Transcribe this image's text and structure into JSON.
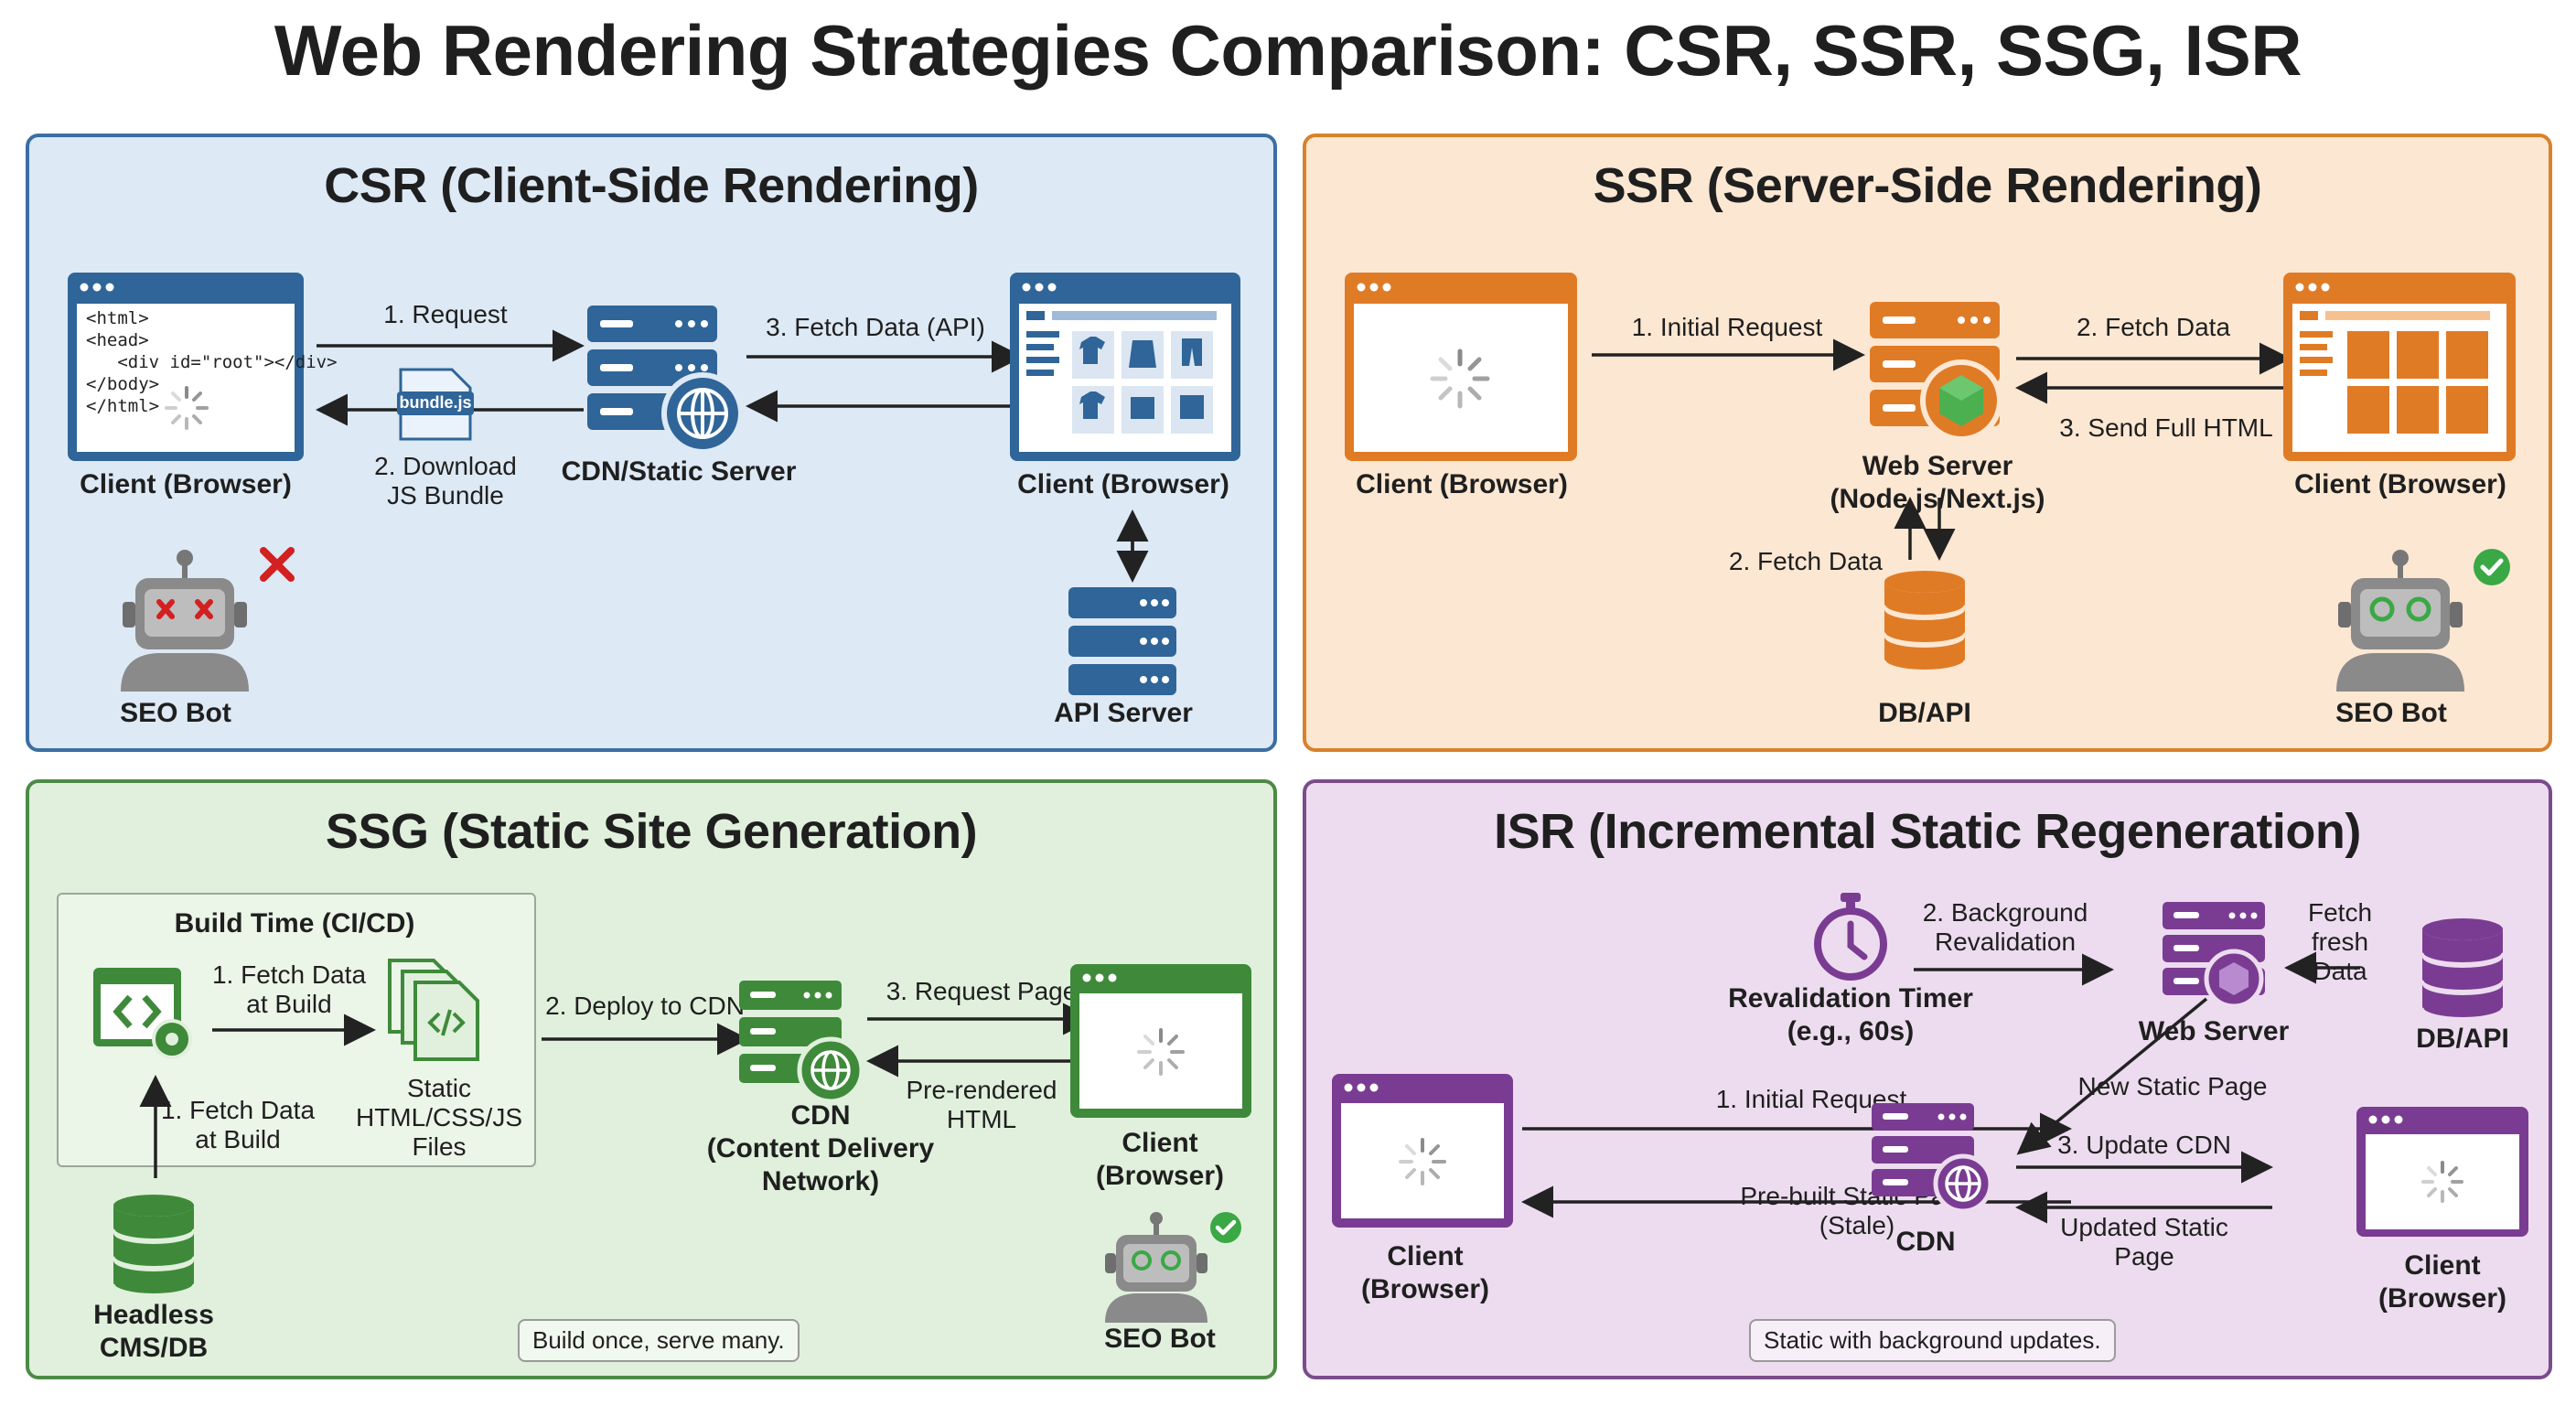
{
  "title": "Web Rendering Strategies Comparison: CSR, SSR, SSG, ISR",
  "colors": {
    "csr": "#2f6598",
    "ssr": "#e07b25",
    "ssg": "#3e8a3a",
    "isr": "#7a3c92",
    "fail": "#d32020",
    "ok": "#3aa845"
  },
  "csr": {
    "title": "CSR (Client-Side Rendering)",
    "code": "<html>\n<head>\n   <div id=\"root\"></div>\n</body>\n</html>",
    "client_left": "Client (Browser)",
    "step1": "1. Request",
    "step2": "2. Download\nJS Bundle",
    "bundle": "bundle.js",
    "server": "CDN/Static Server",
    "step3": "3. Fetch Data (API)",
    "client_right": "Client (Browser)",
    "api_server": "API Server",
    "seo_bot": "SEO Bot"
  },
  "ssr": {
    "title": "SSR (Server-Side Rendering)",
    "client_left": "Client (Browser)",
    "step1": "1. Initial Request",
    "server": "Web Server\n(Node.js/Next.js)",
    "step2a": "2. Fetch Data",
    "step3": "3. Send Full HTML",
    "step2b": "2. Fetch Data",
    "db": "DB/API",
    "client_right": "Client (Browser)",
    "seo_bot": "SEO Bot"
  },
  "ssg": {
    "title": "SSG (Static Site Generation)",
    "build_time": "Build Time (CI/CD)",
    "fetch_top": "1. Fetch Data\nat Build",
    "fetch_bottom": "1. Fetch Data\nat Build",
    "files": "Static\nHTML/CSS/JS\nFiles",
    "cms": "Headless\nCMS/DB",
    "deploy": "2. Deploy to CDN",
    "cdn": "CDN\n(Content Delivery\nNetwork)",
    "request": "3. Request Page",
    "prerendered": "Pre-rendered\nHTML",
    "client": "Client\n(Browser)",
    "seo_bot": "SEO Bot",
    "note": "Build once, serve many."
  },
  "isr": {
    "title": "ISR (Incremental Static Regeneration)",
    "timer": "Revalidation Timer\n(e.g., 60s)",
    "bg_reval": "2. Background\nRevalidation",
    "server": "Web Server",
    "fetch_fresh": "Fetch fresh\nData",
    "db": "DB/API",
    "new_static": "New Static Page",
    "step1": "1. Initial Request",
    "stale": "Pre-built Static Page\n(Stale)",
    "cdn": "CDN",
    "update_cdn": "3. Update CDN",
    "updated_static": "Updated Static\nPage",
    "client_left": "Client\n(Browser)",
    "client_right": "Client\n(Browser)",
    "note": "Static with background updates."
  }
}
